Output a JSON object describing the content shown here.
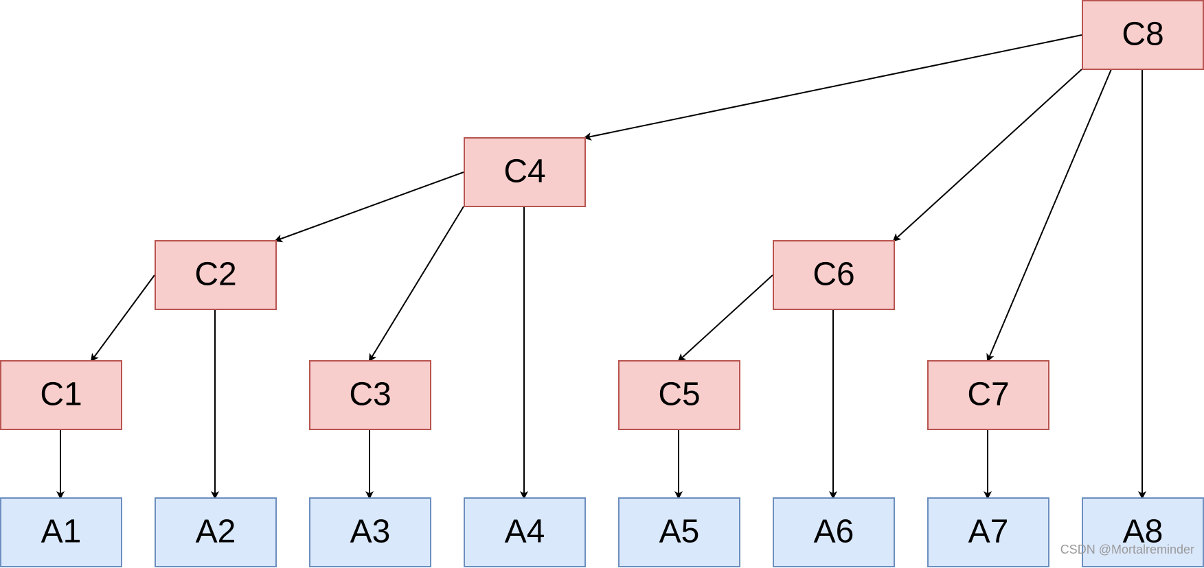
{
  "diagram": {
    "type": "tree",
    "colors": {
      "c_fill": "#f8cecc",
      "c_stroke": "#b85450",
      "a_fill": "#dae8fc",
      "a_stroke": "#6c8ebf",
      "edge": "#000000"
    },
    "nodes": [
      {
        "id": "C8",
        "label": "C8",
        "kind": "c"
      },
      {
        "id": "C4",
        "label": "C4",
        "kind": "c"
      },
      {
        "id": "C2",
        "label": "C2",
        "kind": "c"
      },
      {
        "id": "C6",
        "label": "C6",
        "kind": "c"
      },
      {
        "id": "C1",
        "label": "C1",
        "kind": "c"
      },
      {
        "id": "C3",
        "label": "C3",
        "kind": "c"
      },
      {
        "id": "C5",
        "label": "C5",
        "kind": "c"
      },
      {
        "id": "C7",
        "label": "C7",
        "kind": "c"
      },
      {
        "id": "A1",
        "label": "A1",
        "kind": "a"
      },
      {
        "id": "A2",
        "label": "A2",
        "kind": "a"
      },
      {
        "id": "A3",
        "label": "A3",
        "kind": "a"
      },
      {
        "id": "A4",
        "label": "A4",
        "kind": "a"
      },
      {
        "id": "A5",
        "label": "A5",
        "kind": "a"
      },
      {
        "id": "A6",
        "label": "A6",
        "kind": "a"
      },
      {
        "id": "A7",
        "label": "A7",
        "kind": "a"
      },
      {
        "id": "A8",
        "label": "A8",
        "kind": "a"
      }
    ],
    "edges": [
      {
        "from": "C8",
        "to": "C4"
      },
      {
        "from": "C8",
        "to": "C6"
      },
      {
        "from": "C8",
        "to": "C7"
      },
      {
        "from": "C8",
        "to": "A8"
      },
      {
        "from": "C4",
        "to": "C2"
      },
      {
        "from": "C4",
        "to": "C3"
      },
      {
        "from": "C4",
        "to": "A4"
      },
      {
        "from": "C2",
        "to": "C1"
      },
      {
        "from": "C2",
        "to": "A2"
      },
      {
        "from": "C6",
        "to": "C5"
      },
      {
        "from": "C6",
        "to": "A6"
      },
      {
        "from": "C1",
        "to": "A1"
      },
      {
        "from": "C3",
        "to": "A3"
      },
      {
        "from": "C5",
        "to": "A5"
      },
      {
        "from": "C7",
        "to": "A7"
      }
    ]
  },
  "watermark": "CSDN @Mortalreminder"
}
